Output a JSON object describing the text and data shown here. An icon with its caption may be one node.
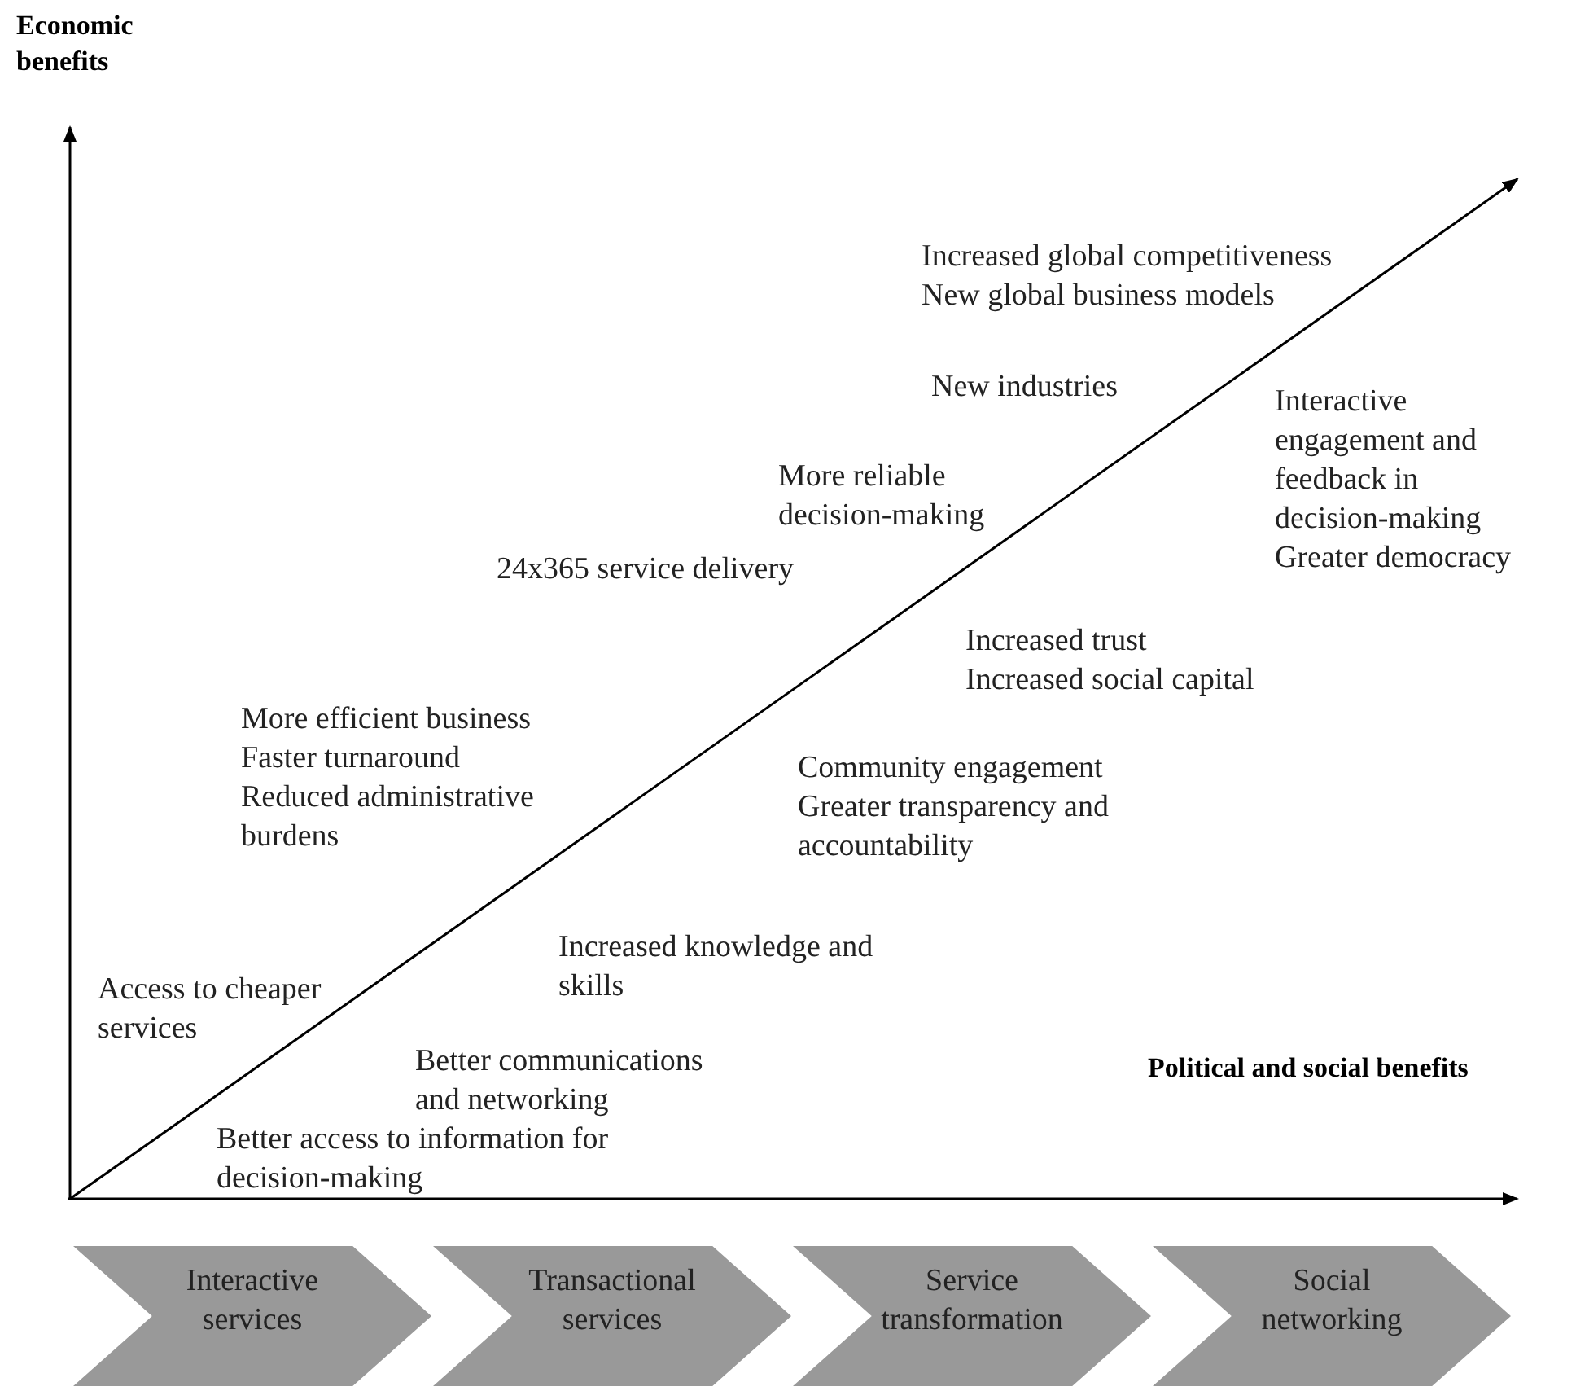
{
  "diagram": {
    "nodes": [
      {
        "text": [
          "Interactive services"
        ]
      },
      {
        "text": [
          "Transactional services"
        ]
      },
      {
        "text": [
          "Service transformation"
        ]
      },
      {
        "text": [
          "Social networking"
        ]
      }
    ],
    "labels": [
      "Economic benefits",
      "Increased global competitiveness",
      "New global business models",
      "New industries",
      "Interactive engagement and feedback in decision-making",
      "More reliable decision-making",
      "Greater democracy",
      "24x365 service delivery",
      "Increased trust",
      "Increased social capital",
      "More efficient business",
      "Faster turnaround",
      "Community engagement",
      "Reduced administrative burdens",
      "Greater transparency and accountability",
      "Increased knowledge and skills",
      "Access to cheaper services",
      "Better communications and networking",
      "Political and social benefits",
      "Better access to information for decision-making"
    ]
  }
}
